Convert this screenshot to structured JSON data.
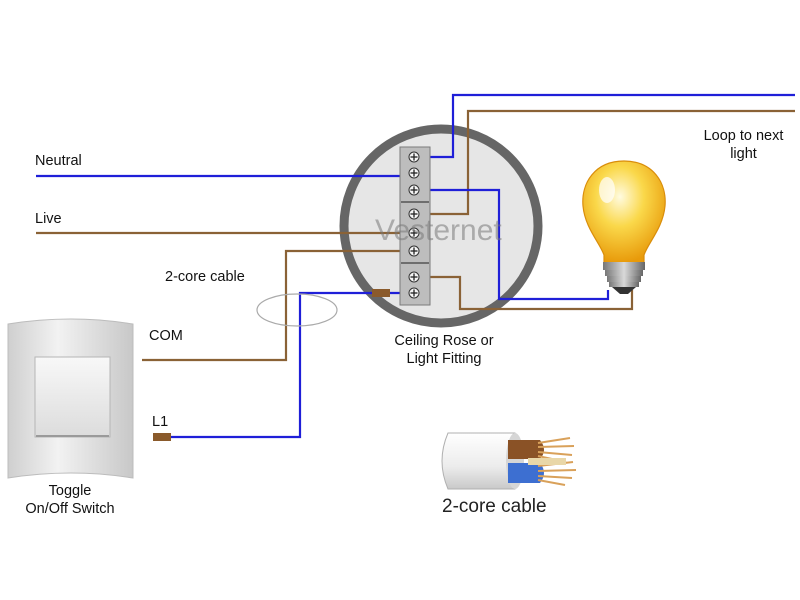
{
  "labels": {
    "neutral": "Neutral",
    "live": "Live",
    "two_core_cable": "2-core cable",
    "com": "COM",
    "l1": "L1",
    "loop_line1": "Loop to next",
    "loop_line2": "light",
    "rose_line1": "Ceiling Rose or",
    "rose_line2": "Light Fitting",
    "switch_line1": "Toggle",
    "switch_line2": "On/Off Switch",
    "cable_caption": "2-core cable"
  },
  "watermark": "Vesternet",
  "colors": {
    "neutral_wire": "#1f1fd8",
    "live_wire": "#8a6236",
    "rose_ring": "#666666",
    "rose_face": "#e6e6e6",
    "terminal_block": "#bdbdbd",
    "switch_body": "#e8e8e8",
    "bulb_glass": "#f7c21e"
  },
  "icons": {
    "switch": "toggle-switch-icon",
    "bulb": "light-bulb-icon",
    "cable": "two-core-cable-icon",
    "screw": "terminal-screw-icon"
  }
}
